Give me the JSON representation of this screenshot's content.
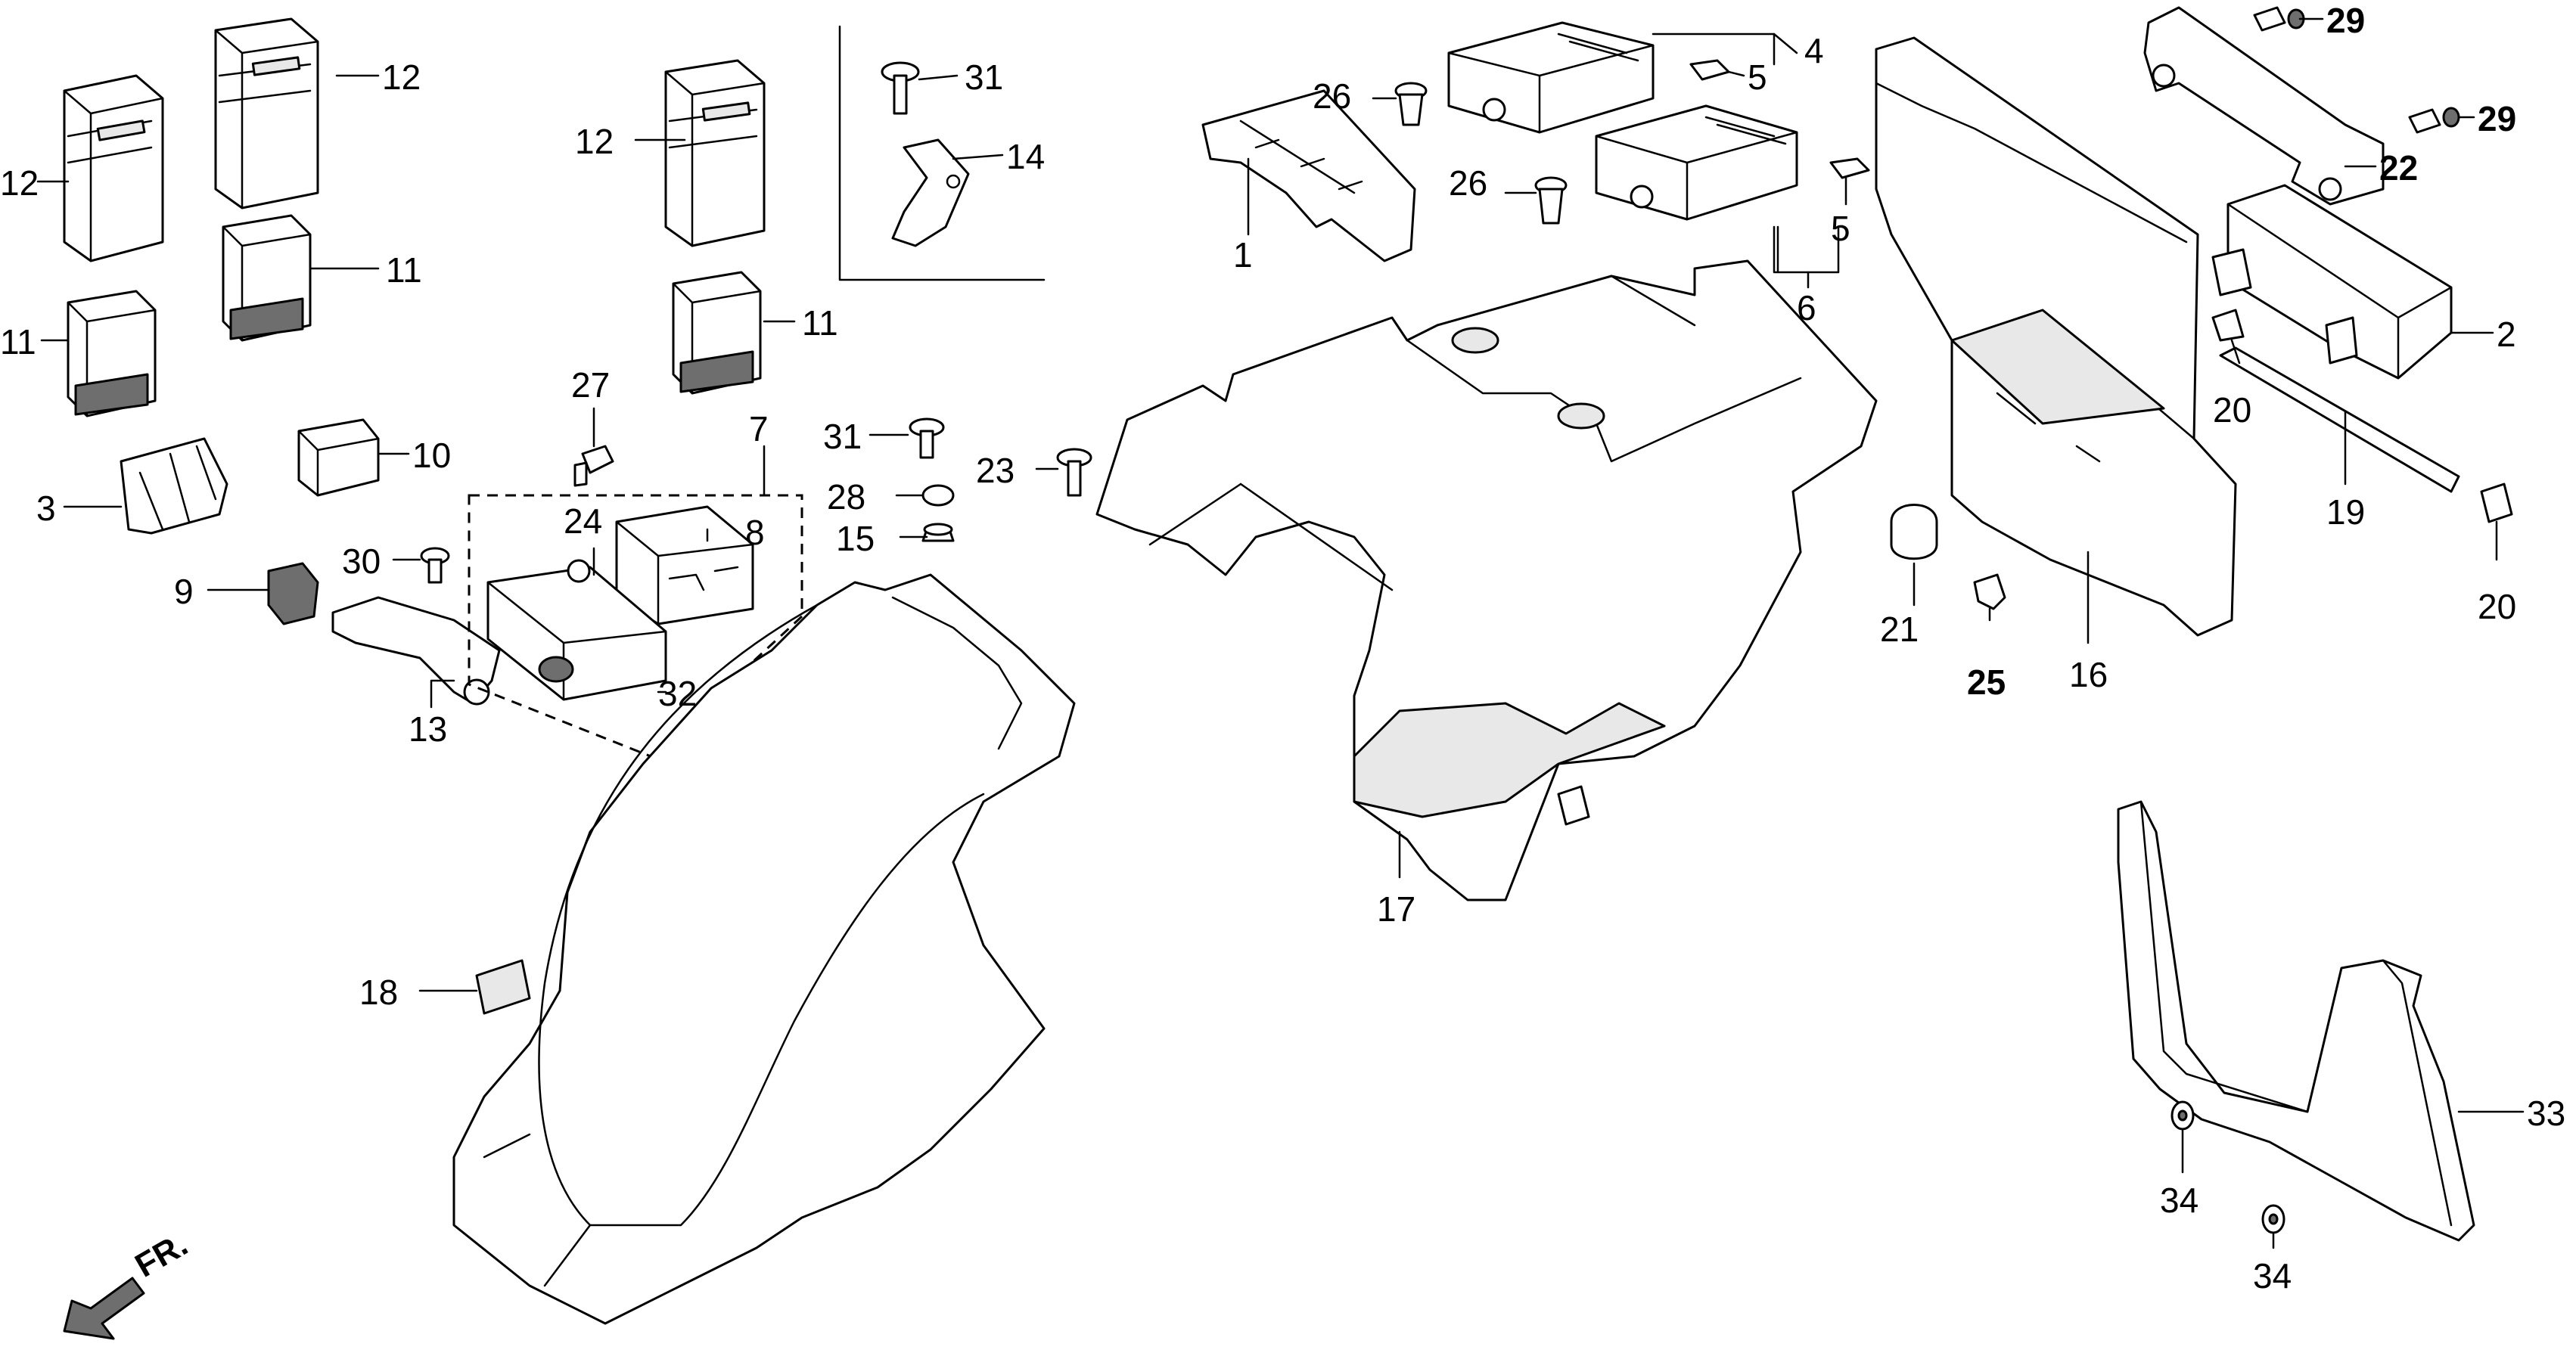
{
  "diagram": {
    "direction_label": "FR.",
    "callouts": [
      {
        "id": "c12a",
        "text": "12"
      },
      {
        "id": "c12b",
        "text": "12"
      },
      {
        "id": "c12c",
        "text": "12"
      },
      {
        "id": "c11a",
        "text": "11"
      },
      {
        "id": "c11b",
        "text": "11"
      },
      {
        "id": "c11c",
        "text": "11"
      },
      {
        "id": "c3",
        "text": "3"
      },
      {
        "id": "c10",
        "text": "10"
      },
      {
        "id": "c9",
        "text": "9"
      },
      {
        "id": "c30",
        "text": "30"
      },
      {
        "id": "c13",
        "text": "13"
      },
      {
        "id": "c27",
        "text": "27"
      },
      {
        "id": "c24",
        "text": "24"
      },
      {
        "id": "c7",
        "text": "7"
      },
      {
        "id": "c8",
        "text": "8"
      },
      {
        "id": "c32",
        "text": "32"
      },
      {
        "id": "c31a",
        "text": "31"
      },
      {
        "id": "c14",
        "text": "14"
      },
      {
        "id": "c31b",
        "text": "31"
      },
      {
        "id": "c28",
        "text": "28"
      },
      {
        "id": "c15",
        "text": "15"
      },
      {
        "id": "c23",
        "text": "23"
      },
      {
        "id": "c26a",
        "text": "26"
      },
      {
        "id": "c26b",
        "text": "26"
      },
      {
        "id": "c1",
        "text": "1"
      },
      {
        "id": "c4",
        "text": "4"
      },
      {
        "id": "c5a",
        "text": "5"
      },
      {
        "id": "c5b",
        "text": "5"
      },
      {
        "id": "c6",
        "text": "6"
      },
      {
        "id": "c29a",
        "text": "29"
      },
      {
        "id": "c29b",
        "text": "29"
      },
      {
        "id": "c22",
        "text": "22"
      },
      {
        "id": "c2",
        "text": "2"
      },
      {
        "id": "c20a",
        "text": "20"
      },
      {
        "id": "c19",
        "text": "19"
      },
      {
        "id": "c20b",
        "text": "20"
      },
      {
        "id": "c21",
        "text": "21"
      },
      {
        "id": "c25",
        "text": "25"
      },
      {
        "id": "c16",
        "text": "16"
      },
      {
        "id": "c17",
        "text": "17"
      },
      {
        "id": "c18",
        "text": "18"
      },
      {
        "id": "c33",
        "text": "33"
      },
      {
        "id": "c34a",
        "text": "34"
      },
      {
        "id": "c34b",
        "text": "34"
      }
    ]
  }
}
